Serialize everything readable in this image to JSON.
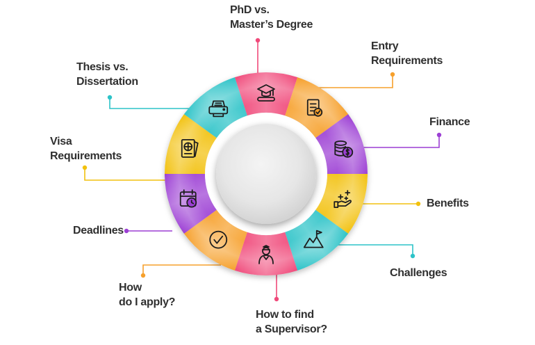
{
  "diagram": {
    "items": [
      {
        "id": "phd",
        "lines": [
          "PhD vs.",
          "Master’s Degree"
        ],
        "color": "#f0497a",
        "icon": "graduation-cap-diploma-icon"
      },
      {
        "id": "entry",
        "lines": [
          "Entry",
          "Requirements"
        ],
        "color": "#f6a02c",
        "icon": "checklist-document-icon"
      },
      {
        "id": "finance",
        "lines": [
          "Finance"
        ],
        "color": "#9c3fd4",
        "icon": "coin-stack-icon"
      },
      {
        "id": "benefits",
        "lines": [
          "Benefits"
        ],
        "color": "#f2c10e",
        "icon": "hand-sparkles-icon"
      },
      {
        "id": "challenges",
        "lines": [
          "Challenges"
        ],
        "color": "#2dc3c8",
        "icon": "mountain-flag-icon"
      },
      {
        "id": "supervisor",
        "lines": [
          "How to find",
          "a Supervisor?"
        ],
        "color": "#f0497a",
        "icon": "supervisor-person-icon"
      },
      {
        "id": "apply",
        "lines": [
          "How",
          "do I apply?"
        ],
        "color": "#f6a02c",
        "icon": "checkmark-circle-icon"
      },
      {
        "id": "deadlines",
        "lines": [
          "Deadlines"
        ],
        "color": "#9c3fd4",
        "icon": "calendar-clock-icon"
      },
      {
        "id": "visa",
        "lines": [
          "Visa",
          "Requirements"
        ],
        "color": "#f2c10e",
        "icon": "passport-icon"
      },
      {
        "id": "thesis",
        "lines": [
          "Thesis vs.",
          "Dissertation"
        ],
        "color": "#2dc3c8",
        "icon": "printer-thesis-icon"
      }
    ]
  }
}
